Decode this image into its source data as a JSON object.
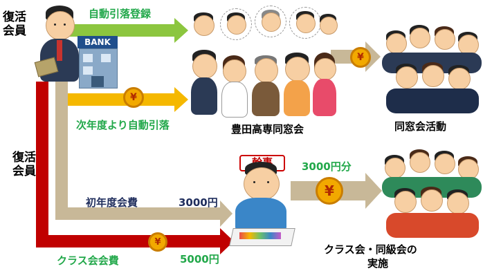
{
  "labels": {
    "fukkatsu_kaiin_top": "復活\n会員",
    "auto_debit_registration": "自動引落登録",
    "from_next_year": "次年度より自動引落",
    "toyota_alumni": "豊田高専同窓会",
    "alumni_activities": "同窓会活動",
    "fukkatsu_kaiin_side": "復活\n会員",
    "first_year_fee": "初年度会費",
    "first_year_amount": "3000円",
    "share_amount": "3000円分",
    "kanji_headband": "幹事",
    "class_fee": "クラス会会費",
    "class_amount": "5000円",
    "class_reunion": "クラス会・同級会の",
    "class_reunion_2": "実施",
    "bank": "BANK",
    "yen": "¥"
  },
  "colors": {
    "green_arrow": "#8cc63f",
    "yellow_arrow": "#f5b800",
    "tan_arrow": "#c8b898",
    "red_arrow": "#c00000",
    "green_text": "#22a84a",
    "navy_text": "#1f2d5c"
  }
}
